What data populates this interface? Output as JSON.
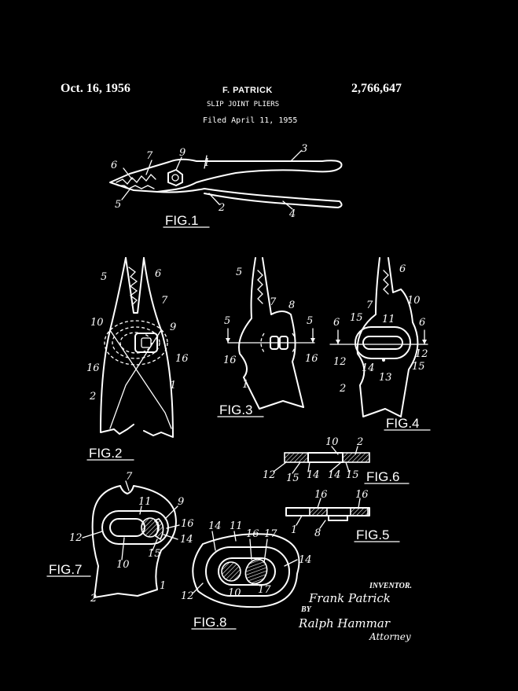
{
  "header": {
    "date": "Oct. 16, 1956",
    "inventor_name": "F. PATRICK",
    "patent_number": "2,766,647",
    "title": "SLIP JOINT PLIERS",
    "filed": "Filed April 11, 1955"
  },
  "figures": {
    "fig1": "FIG.1",
    "fig2": "FIG.2",
    "fig3": "FIG.3",
    "fig4": "FIG.4",
    "fig5": "FIG.5",
    "fig6": "FIG.6",
    "fig7": "FIG.7",
    "fig8": "FIG.8"
  },
  "reference_numerals": {
    "n1": "1",
    "n2": "2",
    "n3": "3",
    "n4": "4",
    "n5": "5",
    "n6": "6",
    "n7": "7",
    "n8": "8",
    "n9": "9",
    "n10": "10",
    "n11": "11",
    "n12": "12",
    "n13": "13",
    "n14": "14",
    "n15": "15",
    "n16": "16",
    "n17": "17"
  },
  "signature": {
    "label": "INVENTOR.",
    "inventor_signature": "Frank Patrick",
    "by": "BY",
    "attorney_signature": "Ralph Hammar",
    "attorney_label": "Attorney"
  },
  "colors": {
    "background": "#000000",
    "ink": "#ffffff"
  }
}
